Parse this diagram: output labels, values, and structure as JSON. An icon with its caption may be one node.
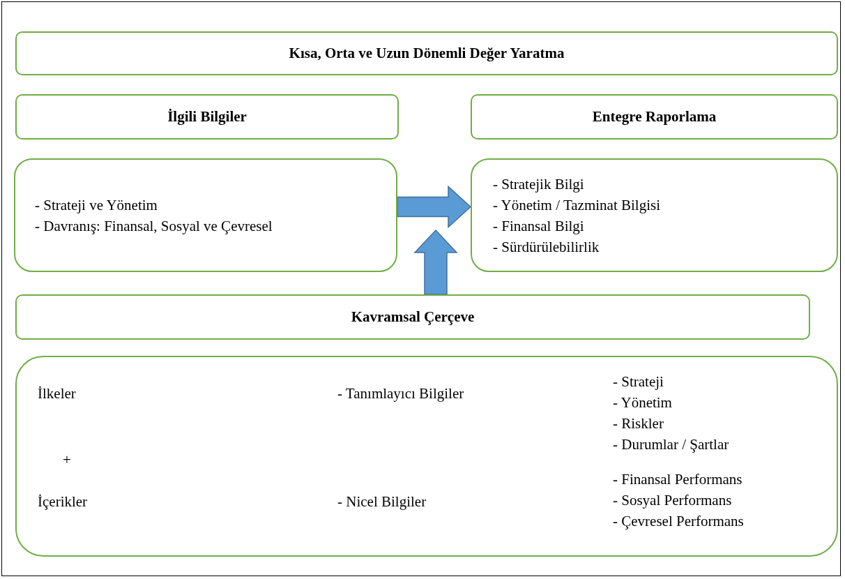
{
  "diagram": {
    "nodes": [
      {
        "text": [
          "Kısa, Orta ve Uzun Dönemli Değer Yaratma"
        ]
      },
      {
        "text": [
          "İlgili Bilgiler"
        ]
      },
      {
        "text": [
          "Entegre Raporlama"
        ]
      },
      {
        "text": [
          "- Strateji ve Yönetim",
          "- Davranış: Finansal, Sosyal ve Çevresel"
        ]
      },
      {
        "text": [
          "- Stratejik Bilgi",
          "- Yönetim / Tazminat Bilgisi",
          "- Finansal Bilgi",
          "- Sürdürülebilirlik"
        ]
      },
      {
        "text": [
          "Kavramsal Çerçeve"
        ]
      },
      {
        "text": [
          "İlkeler",
          "+",
          "İçerikler",
          "- Tanımlayıcı Bilgiler",
          "- Nicel Bilgiler",
          "- Strateji - Yönetim - Riskler - Durumlar / Şartlar",
          "- Finansal Performans - Sosyal Performans - Çevresel Performans"
        ]
      }
    ],
    "edges": [
      {
        "from": 3,
        "to": 4,
        "arrow": "to"
      },
      {
        "from": 5,
        "to": null,
        "arrow": "to"
      }
    ]
  }
}
